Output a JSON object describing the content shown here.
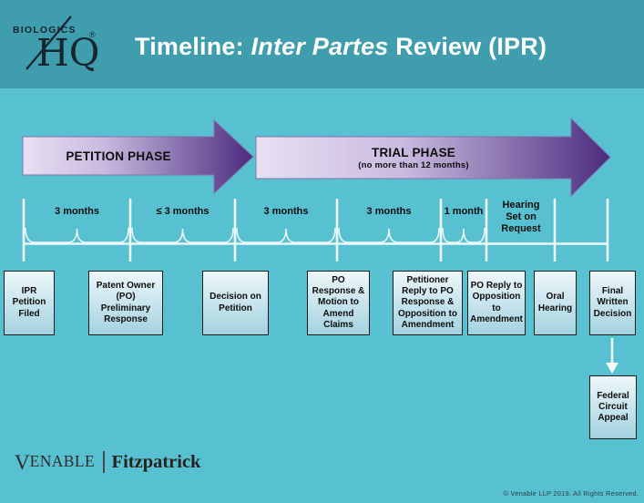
{
  "header": {
    "logo": {
      "top_text": "BIOLOGICS",
      "main_text": "HQ",
      "registered_mark": "®"
    },
    "title": {
      "prefix": "Timeline: ",
      "italic": "Inter Partes",
      "suffix": " Review (IPR)"
    }
  },
  "phases": {
    "petition": {
      "label": "PETITION PHASE"
    },
    "trial": {
      "label": "TRIAL PHASE",
      "sublabel": "(no more than 12 months)"
    }
  },
  "timeline": {
    "segments": [
      {
        "label": "3 months"
      },
      {
        "label": "≤ 3 months"
      },
      {
        "label": "3 months"
      },
      {
        "label": "3 months"
      },
      {
        "label": "1 month"
      },
      {
        "label": "Hearing\nSet on\nRequest"
      }
    ]
  },
  "milestones": [
    {
      "label": "IPR\nPetition\nFiled"
    },
    {
      "label": "Patent Owner\n(PO)\nPreliminary\nResponse"
    },
    {
      "label": "Decision on\nPetition"
    },
    {
      "label": "PO\nResponse &\nMotion to\nAmend\nClaims"
    },
    {
      "label": "Petitioner\nReply to PO\nResponse &\nOpposition to\nAmendment"
    },
    {
      "label": "PO Reply to\nOpposition\nto\nAmendment"
    },
    {
      "label": "Oral\nHearing"
    },
    {
      "label": "Final\nWritten\nDecision"
    }
  ],
  "appeal": {
    "label": "Federal\nCircuit\nAppeal"
  },
  "footer": {
    "brand_first_letter": "V",
    "brand_left_rest": "ENABLE",
    "brand_right": "Fitzpatrick",
    "copyright": "© Venable LLP 2019.  All Rights Reserved."
  },
  "colors": {
    "header_teal": "#3f9dae",
    "body_teal": "#57c1d1",
    "arrow_light": "#e7e0f3",
    "arrow_dark": "#4b2c7e",
    "box_top": "#eef7fa",
    "box_bottom": "#a3d2e0",
    "line_white": "#eef7f8"
  }
}
